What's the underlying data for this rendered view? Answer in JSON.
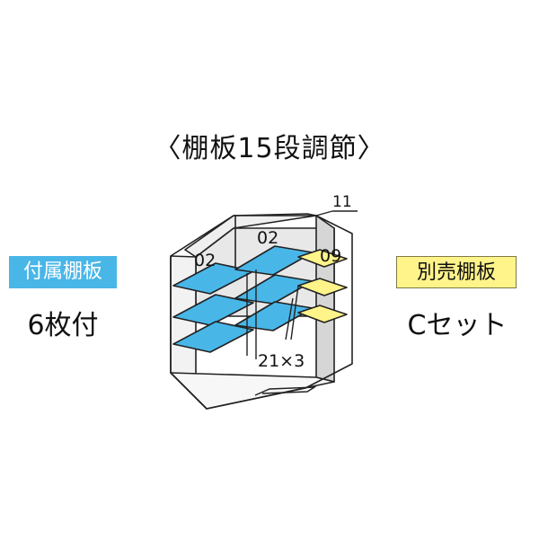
{
  "title": "〈棚板15段調節〉",
  "included": {
    "badge": "付属棚板",
    "count": "6枚付"
  },
  "optional": {
    "badge": "別売棚板",
    "set": "Cセット"
  },
  "diagram": {
    "labels": {
      "left_panel": "02",
      "mid_panel": "02",
      "right_panel": "09",
      "top": "11",
      "bottom": "21×3"
    },
    "colors": {
      "included_shelf": "#49b6e8",
      "optional_shelf": "#fff48a",
      "wall": "#e6e6e6",
      "outline": "#222222"
    }
  }
}
